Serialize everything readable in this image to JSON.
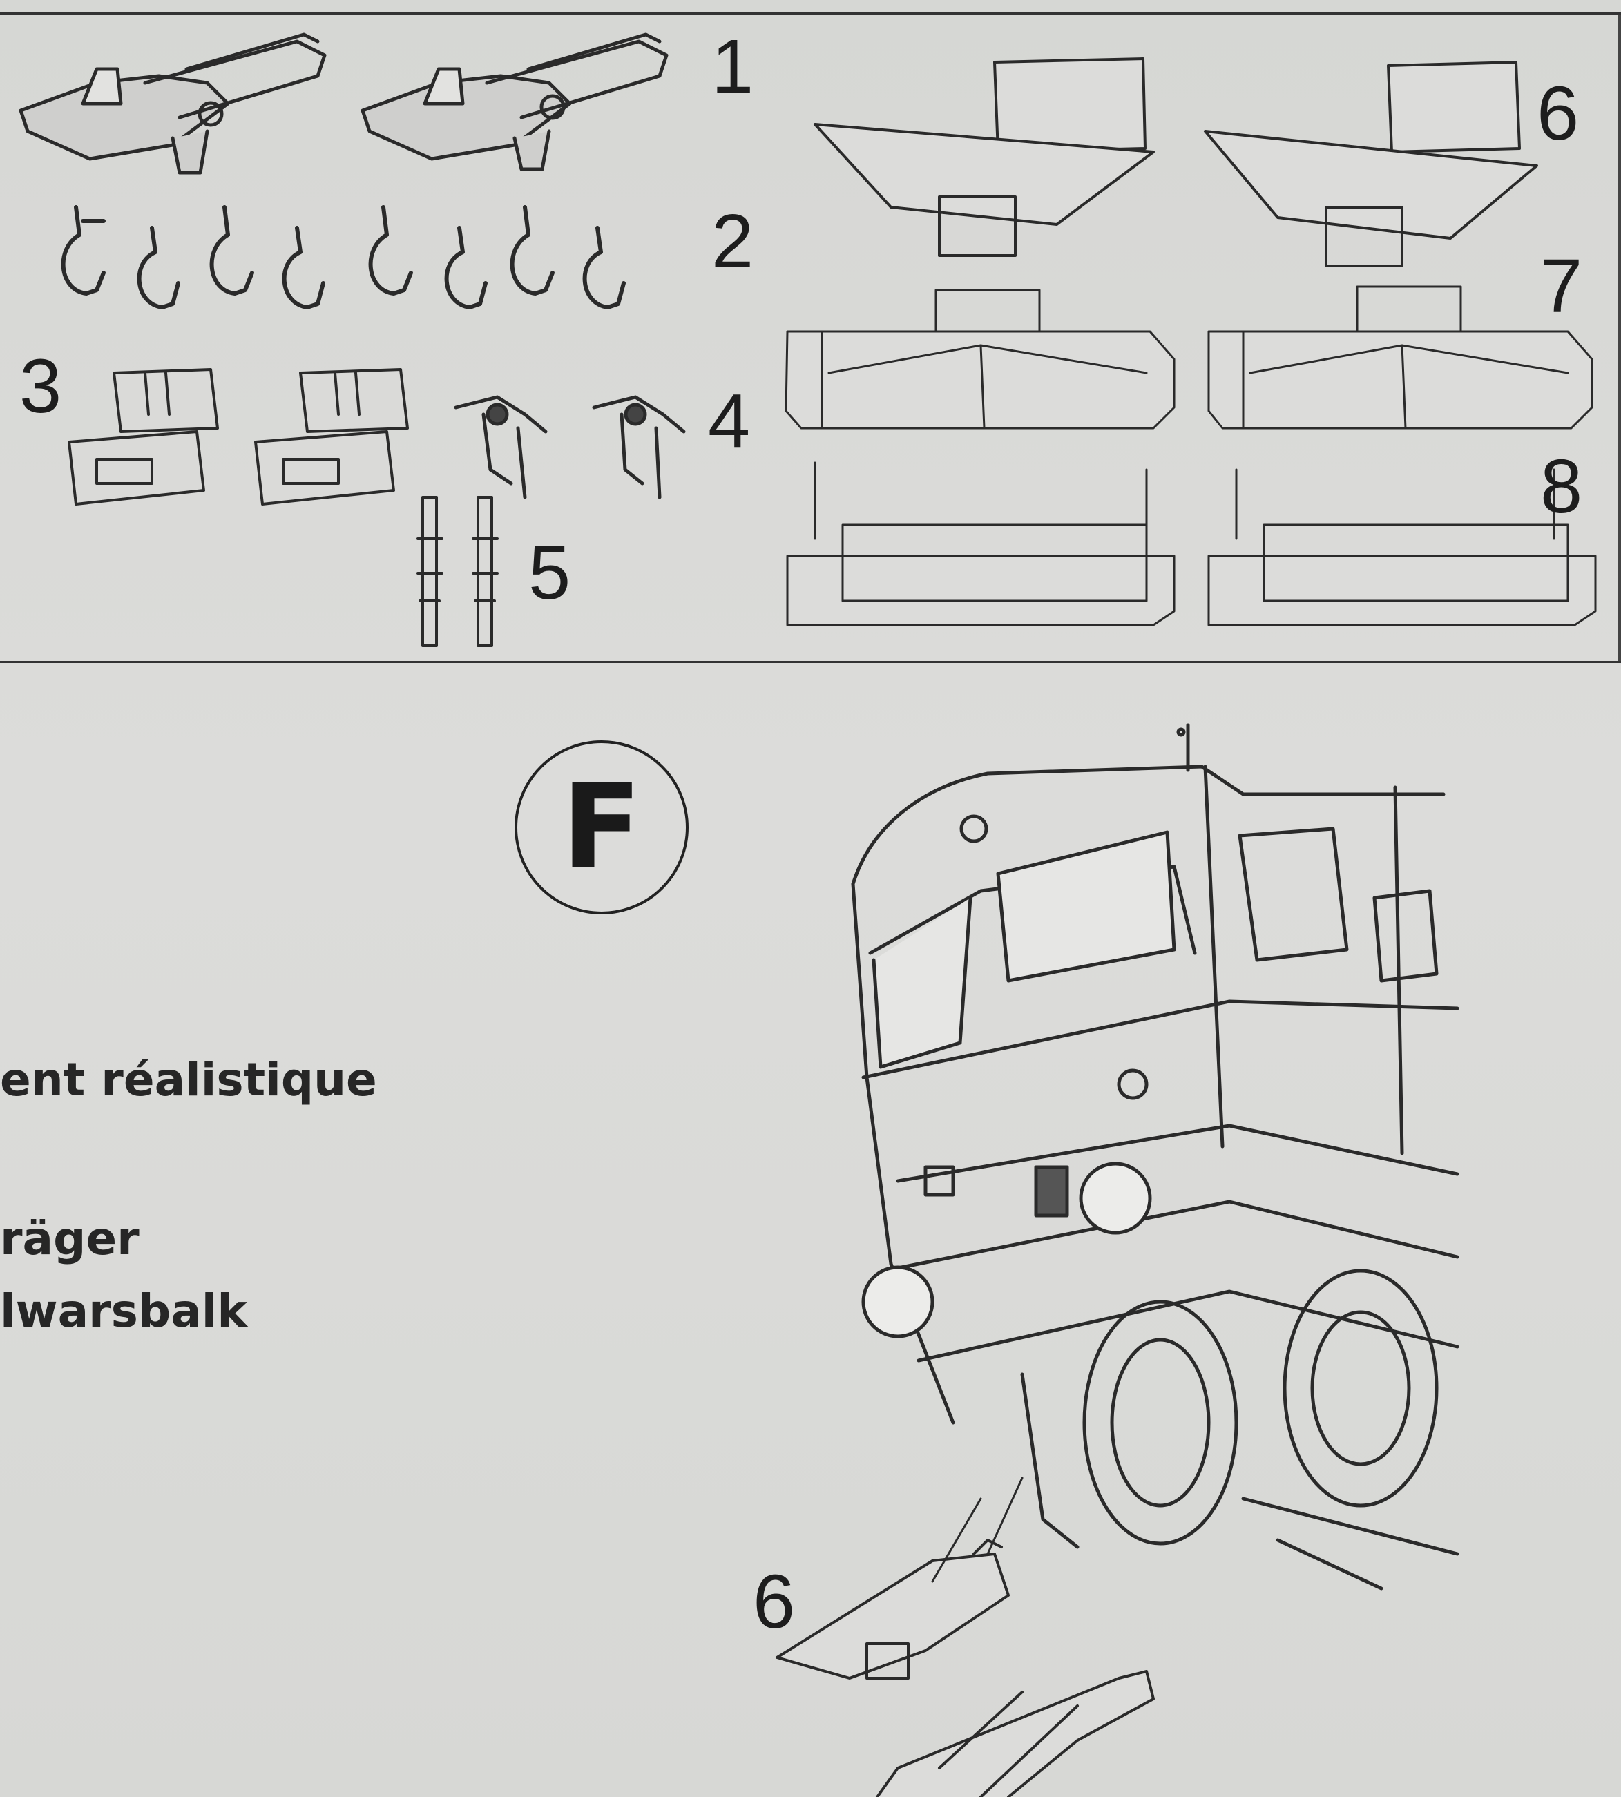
{
  "parts_legend": {
    "numbers": [
      "1",
      "2",
      "3",
      "4",
      "5",
      "6",
      "7",
      "8"
    ]
  },
  "step": {
    "letter": "F"
  },
  "callout": {
    "number": "6"
  },
  "text_lines": [
    "ent réalistique",
    "räger",
    "lwarsbalk"
  ]
}
